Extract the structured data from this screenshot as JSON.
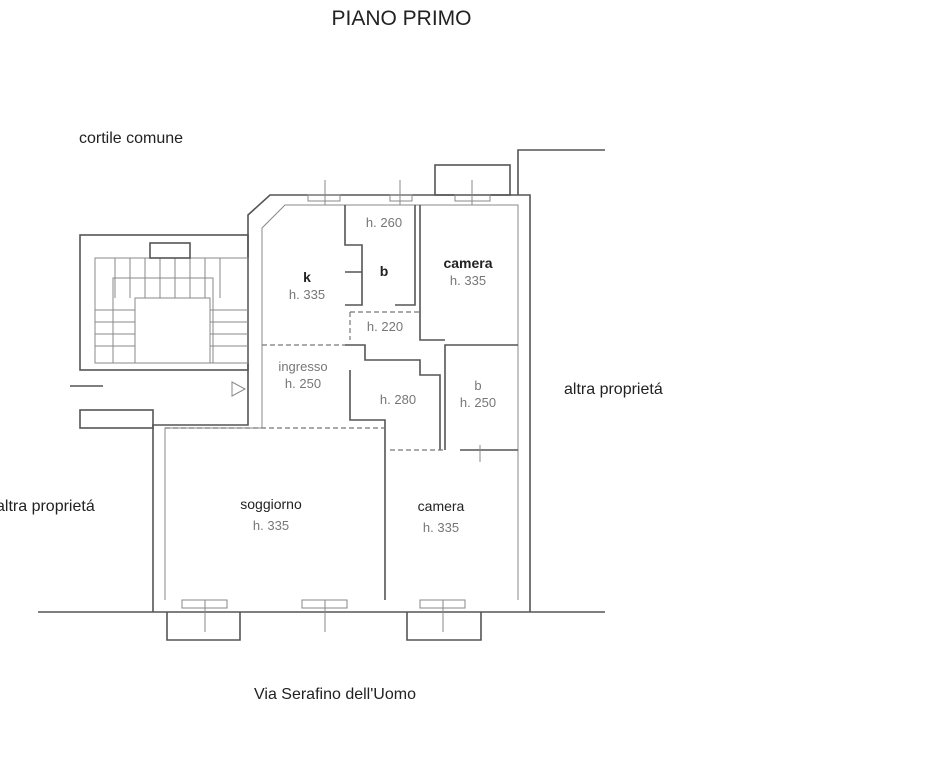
{
  "title": "PIANO PRIMO",
  "labels": {
    "courtyard": "cortile comune",
    "right_property": "altra proprietá",
    "left_property": "altra proprietá",
    "street": "Via Serafino dell'Uomo"
  },
  "rooms": [
    {
      "name": "k",
      "height": "h. 335"
    },
    {
      "name": "b",
      "height": "h. 260"
    },
    {
      "name": "camera",
      "height": "h. 335"
    },
    {
      "name": "",
      "height": "h. 220"
    },
    {
      "name": "ingresso",
      "height": "h. 250"
    },
    {
      "name": "",
      "height": "h. 280"
    },
    {
      "name": "b",
      "height": "h. 250"
    },
    {
      "name": "soggiorno",
      "height": "h. 335"
    },
    {
      "name": "camera",
      "height": "h. 335"
    }
  ]
}
